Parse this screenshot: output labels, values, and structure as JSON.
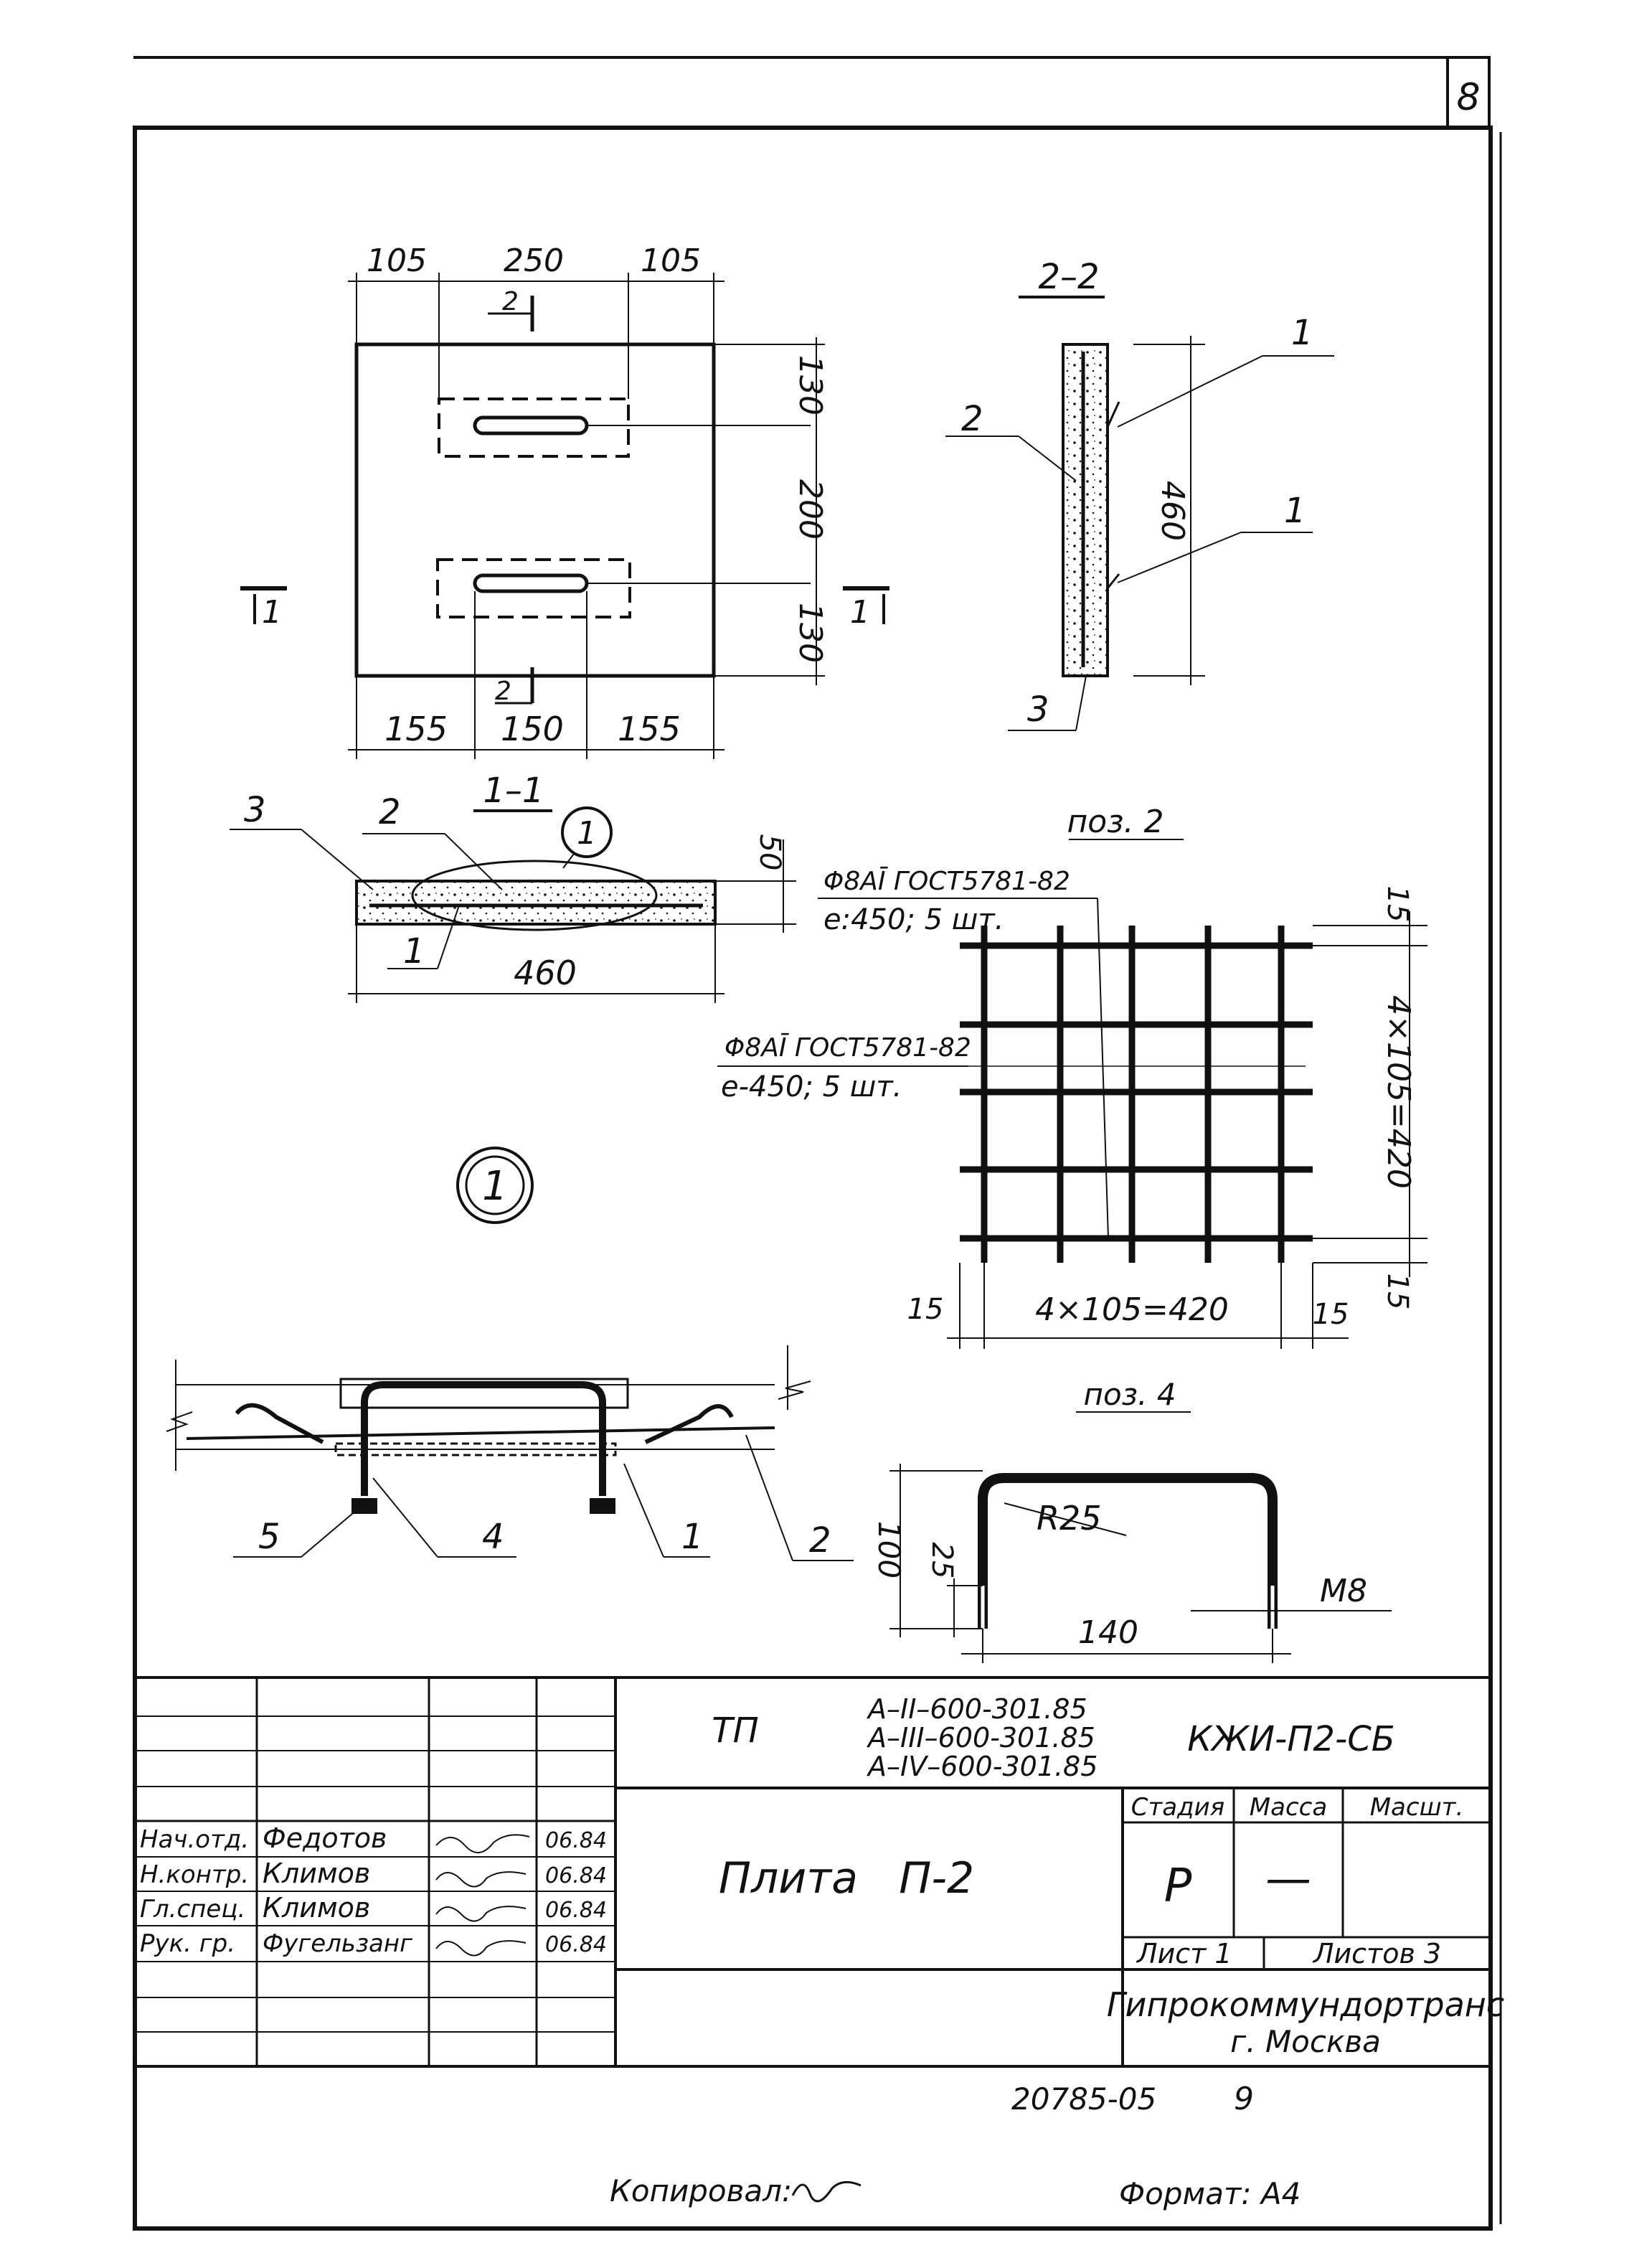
{
  "sheet": {
    "number": "8"
  },
  "plan_view": {
    "dims_top": [
      "105",
      "250",
      "105"
    ],
    "dims_right": [
      "130",
      "200",
      "130"
    ],
    "dims_bottom": [
      "155",
      "150",
      "155"
    ],
    "section_2_label": "2",
    "section_1_label": "1"
  },
  "section_2_2": {
    "title": "2–2",
    "dim_height": "460",
    "callouts": [
      "1",
      "2",
      "1",
      "3"
    ]
  },
  "section_1_1": {
    "title": "1–1",
    "dim_width": "460",
    "dim_thickness": "50",
    "callouts": [
      "3",
      "2",
      "1"
    ],
    "node_ref": "1"
  },
  "node_1": {
    "label": "1"
  },
  "pos_2": {
    "title": "поз. 2",
    "bar_spec_1": "Φ8AĪ ГОСТ5781-82",
    "bar_qty_1": "e:450; 5 шт.",
    "bar_spec_2": "Φ8AĪ ГОСТ5781-82",
    "bar_qty_2": "e-450; 5 шт.",
    "dim_vertical": "4×105=420",
    "dim_horizontal": "4×105=420",
    "edge_15": "15"
  },
  "detail_1": {
    "callouts": [
      "5",
      "4",
      "1",
      "2"
    ]
  },
  "pos_4": {
    "title": "поз. 4",
    "radius": "R25",
    "height": "100",
    "thread_len": "25",
    "width": "140",
    "thread": "M8"
  },
  "title_block": {
    "tp": "ТП",
    "series": [
      "A–II–600-301.85",
      "A–III–600-301.85",
      "A–IV–600-301.85"
    ],
    "code": "КЖИ-П2-СБ",
    "name": "Плита   П-2",
    "col_stage": "Стадия",
    "col_mass": "Масса",
    "col_scale": "Масшт.",
    "stage": "Р",
    "mass": "—",
    "sheet_label": "Лист 1",
    "sheets_label": "Листов 3",
    "org_name": "Гипрокоммундортранс",
    "org_city": "г. Москва",
    "staff": [
      {
        "role": "Нач.отд.",
        "name": "Федотов",
        "signature": "подпись",
        "date": "06.84"
      },
      {
        "role": "Н.контр.",
        "name": "Климов",
        "signature": "подпись",
        "date": "06.84"
      },
      {
        "role": "Гл.спец.",
        "name": "Климов",
        "signature": "подпись",
        "date": "06.84"
      },
      {
        "role": "Рук. гр.",
        "name": "Фугельзанг",
        "signature": "подпись",
        "date": "06.84"
      }
    ]
  },
  "footer": {
    "doc_number": "20785-05",
    "page_mark": "9",
    "copied_label": "Копировал:",
    "copied_signature": "подпись",
    "format_label": "Формат: А4"
  }
}
